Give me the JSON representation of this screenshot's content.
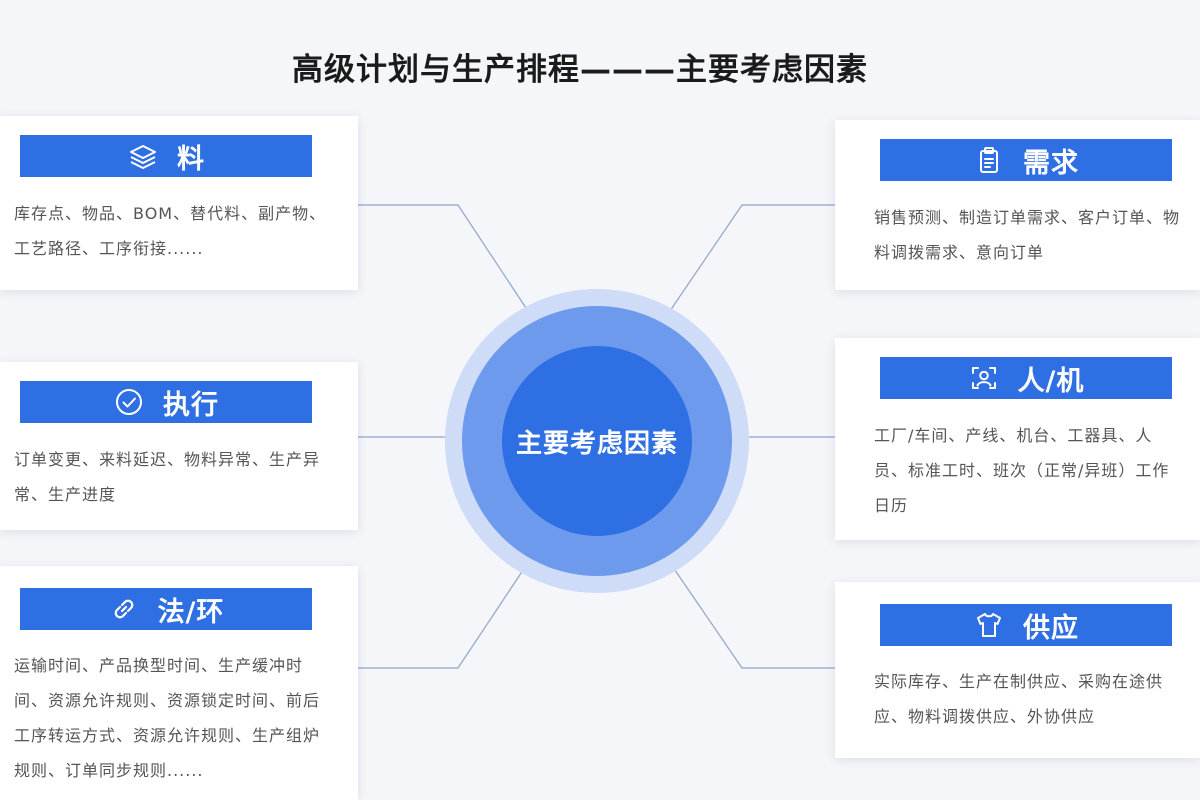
{
  "title": "高级计划与生产排程———主要考虑因素",
  "center": {
    "label": "主要考虑因素"
  },
  "colors": {
    "primary": "#2f6fe4",
    "ring_mid": "#6d9aec",
    "ring_outer": "#cfdcf8",
    "connector": "#8fa6c9"
  },
  "cards": {
    "material": {
      "icon": "layers-icon",
      "title": "料",
      "text": "库存点、物品、BOM、替代料、副产物、工艺路径、工序衔接......"
    },
    "execution": {
      "icon": "check-circle-icon",
      "title": "执行",
      "text": "订单变更、来料延迟、物料异常、生产异常、生产进度"
    },
    "method": {
      "icon": "link-icon",
      "title": "法/环",
      "text": "运输时间、产品换型时间、生产缓冲时间、资源允许规则、资源锁定时间、前后工序转运方式、资源允许规则、生产组炉规则、订单同步规则......"
    },
    "demand": {
      "icon": "clipboard-icon",
      "title": "需求",
      "text": "销售预测、制造订单需求、客户订单、物料调拨需求、意向订单"
    },
    "people": {
      "icon": "face-scan-icon",
      "title": "人/机",
      "text": "工厂/车间、产线、机台、工器具、人员、标准工时、班次（正常/异班）工作日历"
    },
    "supply": {
      "icon": "shirt-icon",
      "title": "供应",
      "text": "实际库存、生产在制供应、采购在途供应、物料调拨供应、外协供应"
    }
  }
}
